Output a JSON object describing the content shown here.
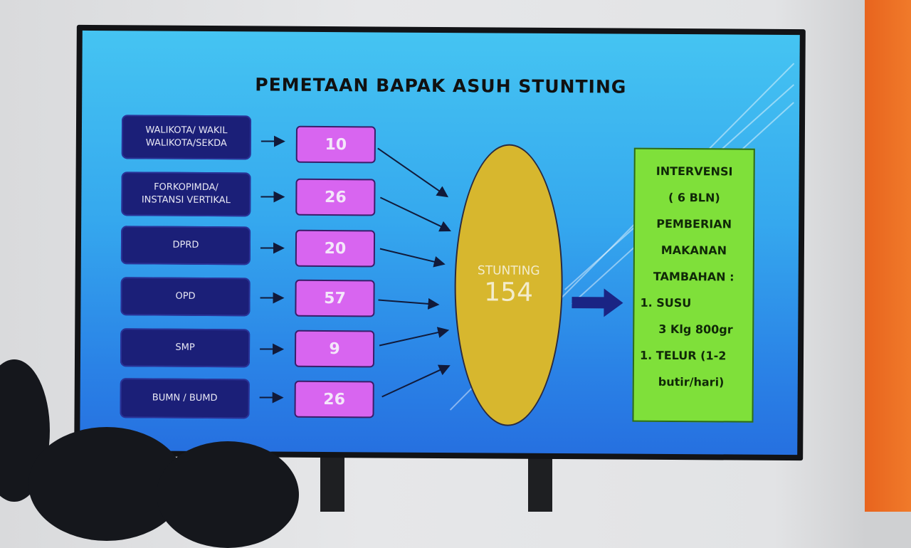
{
  "slide": {
    "title": "PEMETAAN BAPAK ASUH STUNTING",
    "sources": [
      {
        "label_line1": "WALIKOTA/ WAKIL",
        "label_line2": "WALIKOTA/SEKDA",
        "value": "10"
      },
      {
        "label_line1": "FORKOPIMDA/",
        "label_line2": "INSTANSI VERTIKAL",
        "value": "26"
      },
      {
        "label_line1": "DPRD",
        "label_line2": "",
        "value": "20"
      },
      {
        "label_line1": "OPD",
        "label_line2": "",
        "value": "57"
      },
      {
        "label_line1": "SMP",
        "label_line2": "",
        "value": "9"
      },
      {
        "label_line1": "BUMN / BUMD",
        "label_line2": "",
        "value": "26"
      }
    ],
    "center": {
      "label": "STUNTING",
      "value": "154"
    },
    "intervention": {
      "line1": "INTERVENSI",
      "line2": "( 6 BLN)",
      "line3": "PEMBERIAN",
      "line4": "MAKANAN",
      "line5": "TAMBAHAN :",
      "item1": "1.  SUSU",
      "item1_detail": "3 Klg  800gr",
      "item2": "1.  TELUR (1-2",
      "item2_detail": "butir/hari)"
    },
    "colors": {
      "source_box": "#1b1f78",
      "value_box": "#d865f0",
      "ellipse": "#d7b72e",
      "intervention_box": "#7fe03a"
    }
  }
}
